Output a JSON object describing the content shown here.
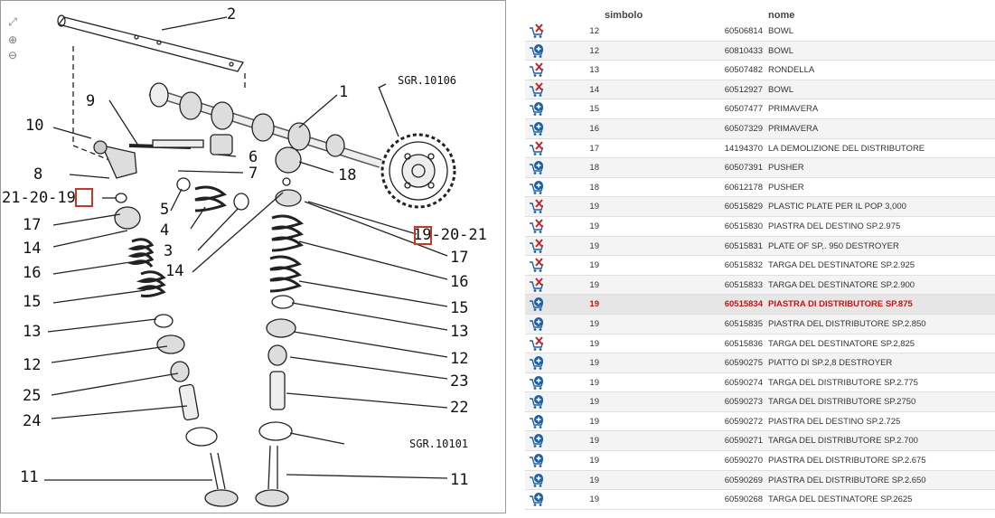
{
  "diagram": {
    "tools": [
      {
        "icon": "fit-screen-icon"
      },
      {
        "icon": "zoom-in-icon"
      },
      {
        "icon": "zoom-out-icon"
      }
    ],
    "callouts": [
      {
        "label": "2"
      },
      {
        "label": "1"
      },
      {
        "label": "9"
      },
      {
        "label": "10"
      },
      {
        "label": "6"
      },
      {
        "label": "7"
      },
      {
        "label": "8"
      },
      {
        "label": "18"
      },
      {
        "label": "21-20-19"
      },
      {
        "label": "5"
      },
      {
        "label": "17"
      },
      {
        "label": "4"
      },
      {
        "label": "14"
      },
      {
        "label": "3"
      },
      {
        "label": "14"
      },
      {
        "label": "19-20-21"
      },
      {
        "label": "17"
      },
      {
        "label": "16"
      },
      {
        "label": "16"
      },
      {
        "label": "15"
      },
      {
        "label": "15"
      },
      {
        "label": "13"
      },
      {
        "label": "13"
      },
      {
        "label": "12"
      },
      {
        "label": "12"
      },
      {
        "label": "23"
      },
      {
        "label": "25"
      },
      {
        "label": "22"
      },
      {
        "label": "24"
      },
      {
        "label": "11"
      },
      {
        "label": "11"
      }
    ],
    "sgr_codes": [
      "SGR.10106",
      "SGR.10101"
    ],
    "highlight_color": "#c0392b"
  },
  "table": {
    "columns": {
      "symbol": "simbolo",
      "name": "nome"
    },
    "selected_color": "#d01010",
    "rows": [
      {
        "num": "12",
        "code": "60506814",
        "name": "BOWL",
        "cart": "cart-remove-icon"
      },
      {
        "num": "12",
        "code": "60810433",
        "name": "BOWL",
        "cart": "cart-add-icon"
      },
      {
        "num": "13",
        "code": "60507482",
        "name": "RONDELLA",
        "cart": "cart-remove-icon"
      },
      {
        "num": "14",
        "code": "60512927",
        "name": "BOWL",
        "cart": "cart-remove-icon"
      },
      {
        "num": "15",
        "code": "60507477",
        "name": "PRIMAVERA",
        "cart": "cart-add-icon"
      },
      {
        "num": "16",
        "code": "60507329",
        "name": "PRIMAVERA",
        "cart": "cart-add-icon"
      },
      {
        "num": "17",
        "code": "14194370",
        "name": "LA DEMOLIZIONE DEL DISTRIBUTORE",
        "cart": "cart-remove-icon"
      },
      {
        "num": "18",
        "code": "60507391",
        "name": "PUSHER",
        "cart": "cart-add-icon"
      },
      {
        "num": "18",
        "code": "60612178",
        "name": "PUSHER",
        "cart": "cart-add-icon"
      },
      {
        "num": "19",
        "code": "60515829",
        "name": "PLASTIC PLATE PER IL POP 3,000",
        "cart": "cart-remove-icon"
      },
      {
        "num": "19",
        "code": "60515830",
        "name": "PIASTRA DEL DESTINO SP.2.975",
        "cart": "cart-remove-icon"
      },
      {
        "num": "19",
        "code": "60515831",
        "name": "PLATE OF SP,. 950 DESTROYER",
        "cart": "cart-remove-icon"
      },
      {
        "num": "19",
        "code": "60515832",
        "name": "TARGA DEL DESTINATORE SP.2.925",
        "cart": "cart-remove-icon"
      },
      {
        "num": "19",
        "code": "60515833",
        "name": "TARGA DEL DESTINATORE SP.2.900",
        "cart": "cart-remove-icon"
      },
      {
        "num": "19",
        "code": "60515834",
        "name": "PIASTRA DI DISTRIBUTORE SP.875",
        "cart": "cart-add-icon",
        "selected": true
      },
      {
        "num": "19",
        "code": "60515835",
        "name": "PIASTRA DEL DISTRIBUTORE SP.2.850",
        "cart": "cart-add-icon"
      },
      {
        "num": "19",
        "code": "60515836",
        "name": "TARGA DEL DESTINATORE SP.2,825",
        "cart": "cart-remove-icon"
      },
      {
        "num": "19",
        "code": "60590275",
        "name": "PIATTO DI SP.2,8 DESTROYER",
        "cart": "cart-add-icon"
      },
      {
        "num": "19",
        "code": "60590274",
        "name": "TARGA DEL DISTRIBUTORE SP.2.775",
        "cart": "cart-add-icon"
      },
      {
        "num": "19",
        "code": "60590273",
        "name": "TARGA DEL DISTRIBUTORE SP.2750",
        "cart": "cart-add-icon"
      },
      {
        "num": "19",
        "code": "60590272",
        "name": "PIASTRA DEL DESTINO SP.2.725",
        "cart": "cart-add-icon"
      },
      {
        "num": "19",
        "code": "60590271",
        "name": "TARGA DEL DISTRIBUTORE SP.2.700",
        "cart": "cart-add-icon"
      },
      {
        "num": "19",
        "code": "60590270",
        "name": "PIASTRA DEL DISTRIBUTORE SP.2.675",
        "cart": "cart-add-icon"
      },
      {
        "num": "19",
        "code": "60590269",
        "name": "PIASTRA DEL DISTRIBUTORE SP.2.650",
        "cart": "cart-add-icon"
      },
      {
        "num": "19",
        "code": "60590268",
        "name": "TARGA DEL DESTINATORE SP.2625",
        "cart": "cart-add-icon"
      }
    ]
  }
}
